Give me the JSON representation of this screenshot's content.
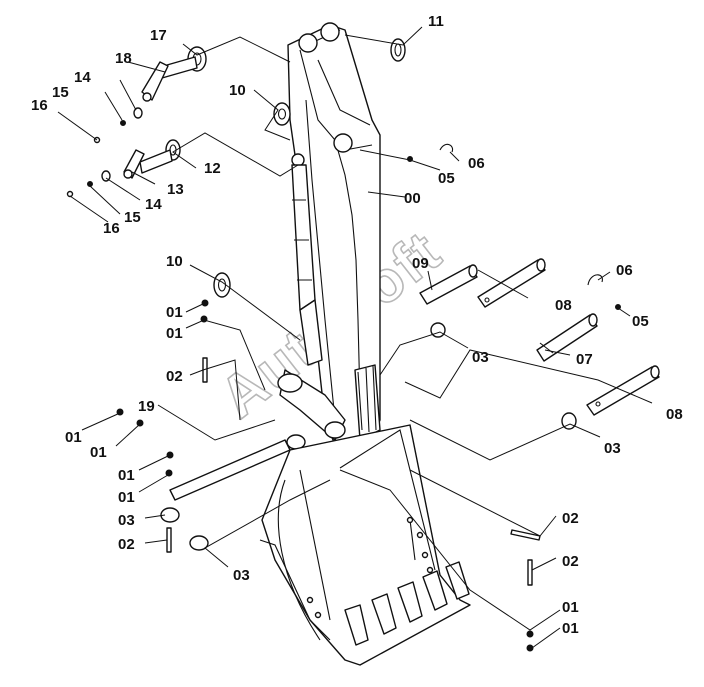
{
  "watermark": "AutoSoft",
  "callouts": [
    {
      "id": "c17",
      "text": "17"
    },
    {
      "id": "c11",
      "text": "11"
    },
    {
      "id": "c18",
      "text": "18"
    },
    {
      "id": "c14a",
      "text": "14"
    },
    {
      "id": "c15a",
      "text": "15"
    },
    {
      "id": "c16a",
      "text": "16"
    },
    {
      "id": "c10a",
      "text": "10"
    },
    {
      "id": "c12",
      "text": "12"
    },
    {
      "id": "c13",
      "text": "13"
    },
    {
      "id": "c14b",
      "text": "14"
    },
    {
      "id": "c15b",
      "text": "15"
    },
    {
      "id": "c16b",
      "text": "16"
    },
    {
      "id": "c06a",
      "text": "06"
    },
    {
      "id": "c05a",
      "text": "05"
    },
    {
      "id": "c00",
      "text": "00"
    },
    {
      "id": "c10b",
      "text": "10"
    },
    {
      "id": "c09",
      "text": "09"
    },
    {
      "id": "c06b",
      "text": "06"
    },
    {
      "id": "c05b",
      "text": "05"
    },
    {
      "id": "c08a",
      "text": "08"
    },
    {
      "id": "c01a",
      "text": "01"
    },
    {
      "id": "c01b",
      "text": "01"
    },
    {
      "id": "c03a",
      "text": "03"
    },
    {
      "id": "c07",
      "text": "07"
    },
    {
      "id": "c02a",
      "text": "02"
    },
    {
      "id": "c08b",
      "text": "08"
    },
    {
      "id": "c19",
      "text": "19"
    },
    {
      "id": "c01c",
      "text": "01"
    },
    {
      "id": "c01d",
      "text": "01"
    },
    {
      "id": "c03b",
      "text": "03"
    },
    {
      "id": "c01e",
      "text": "01"
    },
    {
      "id": "c01f",
      "text": "01"
    },
    {
      "id": "c03c",
      "text": "03"
    },
    {
      "id": "c02b",
      "text": "02"
    },
    {
      "id": "c02c",
      "text": "02"
    },
    {
      "id": "c02d",
      "text": "02"
    },
    {
      "id": "c03d",
      "text": "03"
    },
    {
      "id": "c01g",
      "text": "01"
    },
    {
      "id": "c01h",
      "text": "01"
    }
  ]
}
